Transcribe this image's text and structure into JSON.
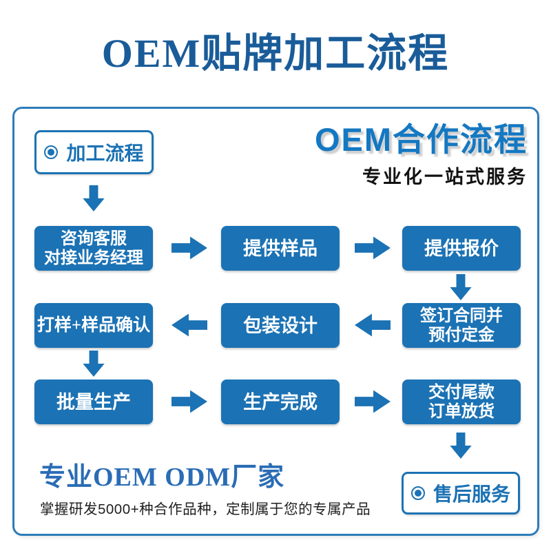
{
  "page_title": "OEM贴牌加工流程",
  "colors": {
    "accent": "#1b72b4",
    "page_title": "#1a5c99",
    "heading": "#1478c2",
    "panel_border": "#2e7cb8",
    "text_dark": "#1f1f1f",
    "box_text": "#ffffff"
  },
  "panel": {
    "process_badge": {
      "label": "加工流程"
    },
    "heading": "OEM合作流程",
    "subheading": "专业化一站式服务",
    "steps": {
      "consult": {
        "line1": "咨询客服",
        "line2": "对接业务经理"
      },
      "sample": {
        "line1": "提供样品"
      },
      "quote": {
        "line1": "提供报价"
      },
      "contract": {
        "line1": "签订合同并",
        "line2": "预付定金"
      },
      "packaging": {
        "line1": "包装设计"
      },
      "proofing": {
        "line1": "打样+样品确认"
      },
      "production": {
        "line1": "批量生产"
      },
      "finished": {
        "line1": "生产完成"
      },
      "delivery": {
        "line1": "交付尾款",
        "line2": "订单放货"
      }
    },
    "aftersales_badge": {
      "label": "售后服务"
    },
    "footer": {
      "title": "专业OEM ODM厂家",
      "subtitle": "掌握研发5000+种合作品种，定制属于您的专属产品"
    }
  }
}
